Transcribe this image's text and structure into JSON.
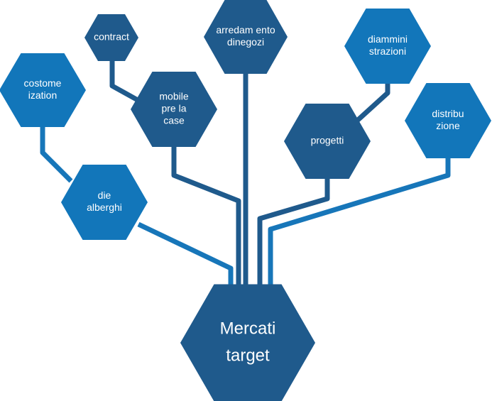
{
  "colors": {
    "dark": "#1f5a8c",
    "bright": "#1276ba",
    "connector_dark": "#1f5a8c",
    "connector_bright": "#1776b9"
  },
  "center": {
    "label_lines": [
      "Mercati",
      "target"
    ]
  },
  "nodes": [
    {
      "id": "contract",
      "label_lines": [
        "contract"
      ],
      "tone": "dark"
    },
    {
      "id": "arredamento",
      "label_lines": [
        "arredam ento",
        "dinegozi"
      ],
      "tone": "dark"
    },
    {
      "id": "costomeization",
      "label_lines": [
        "costome",
        "ization"
      ],
      "tone": "bright"
    },
    {
      "id": "mobile",
      "label_lines": [
        "mobile",
        "pre la",
        "case"
      ],
      "tone": "dark"
    },
    {
      "id": "diamministrazioni",
      "label_lines": [
        "diammini",
        "strazioni"
      ],
      "tone": "bright"
    },
    {
      "id": "progetti",
      "label_lines": [
        "progetti"
      ],
      "tone": "dark"
    },
    {
      "id": "distribuzione",
      "label_lines": [
        "distribu",
        "zione"
      ],
      "tone": "bright"
    },
    {
      "id": "alberghi",
      "label_lines": [
        "die",
        "alberghi"
      ],
      "tone": "bright"
    }
  ]
}
